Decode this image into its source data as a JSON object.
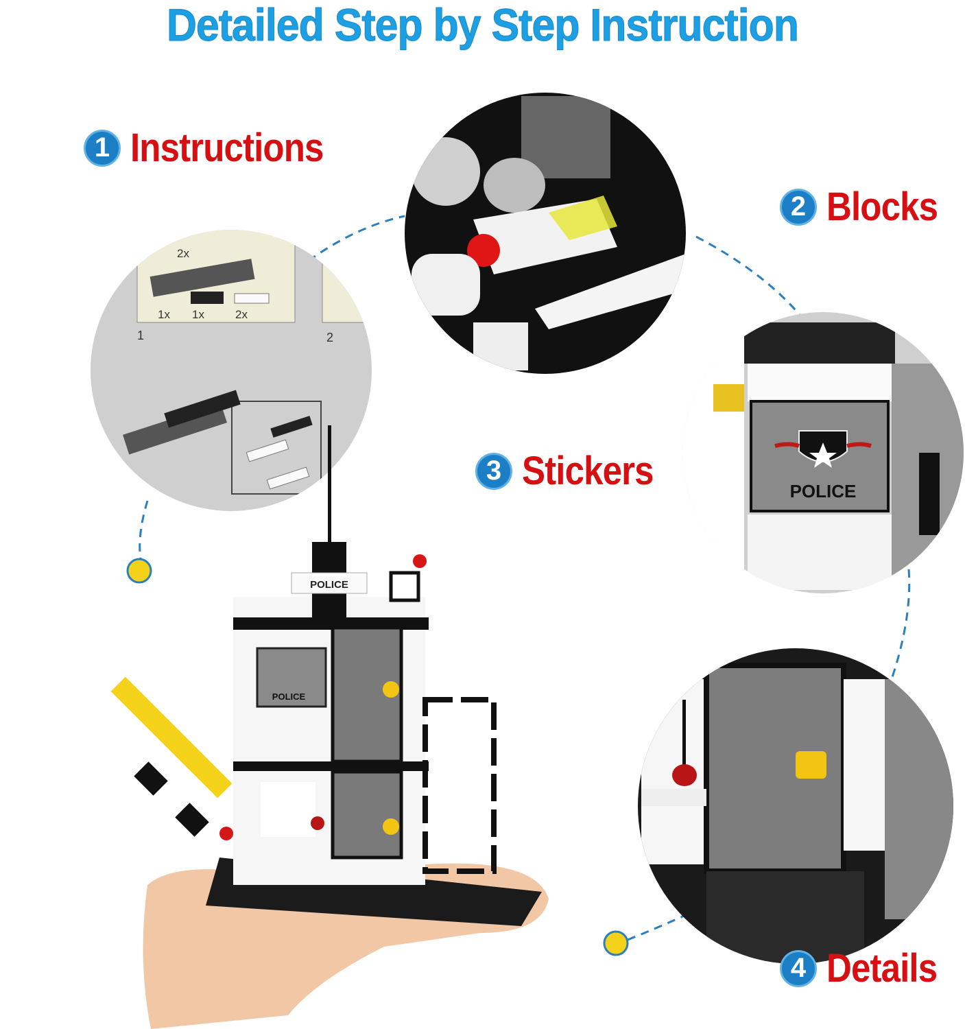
{
  "title": "Detailed Step by Step Instruction",
  "steps": [
    {
      "number": "1",
      "label": "Instructions"
    },
    {
      "number": "2",
      "label": "Blocks"
    },
    {
      "number": "3",
      "label": "Stickers"
    },
    {
      "number": "4",
      "label": "Details"
    }
  ],
  "instruction_sheet": {
    "parts_count_top": "2x",
    "parts_counts": [
      "1x",
      "1x",
      "2x"
    ],
    "step_numbers": [
      "1",
      "2"
    ]
  },
  "sticker_text": "POLICE",
  "model_sign": "POLICE",
  "colors": {
    "title": "#1d9fe3",
    "label": "#d60f12",
    "badge": "#1c7fc6",
    "dot": "#f5d21a",
    "dash": "#2a7fc0"
  }
}
